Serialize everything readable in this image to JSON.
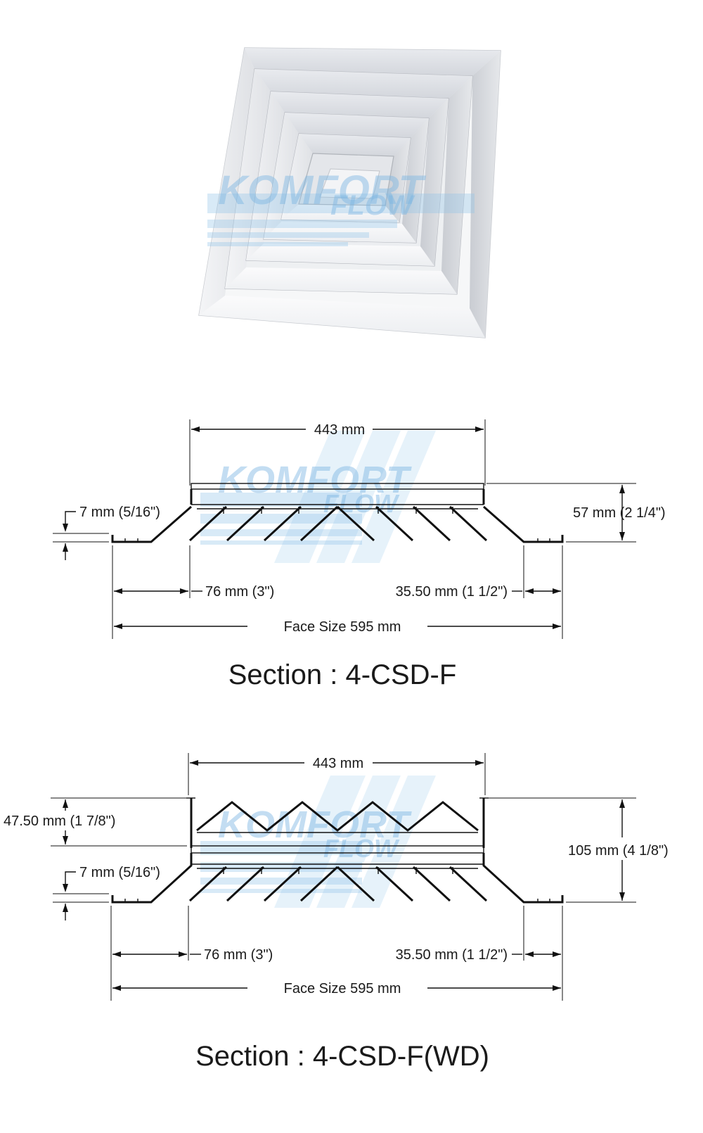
{
  "watermark": {
    "line1": "KOMFORT",
    "line2": "FLOW"
  },
  "section1": {
    "title": "Section : 4-CSD-F",
    "dims": {
      "top_width": "443 mm",
      "height": "57 mm (2 1/4\")",
      "flange": "7 mm (5/16\")",
      "left_offset": "76 mm (3\")",
      "right_offset": "35.50 mm (1 1/2\")",
      "face_size": "Face Size 595 mm"
    }
  },
  "section2": {
    "title": "Section : 4-CSD-F(WD)",
    "dims": {
      "top_width": "443 mm",
      "damper_height": "47.50 mm (1 7/8\")",
      "height": "105 mm (4 1/8\")",
      "flange": "7 mm (5/16\")",
      "left_offset": "76 mm (3\")",
      "right_offset": "35.50 mm (1 1/2\")",
      "face_size": "Face Size 595 mm"
    }
  },
  "colors": {
    "line": "#111111",
    "watermark": "#7bb6e3",
    "diffuser_face": "#f2f3f5",
    "diffuser_shadow": "#b9bcc2"
  }
}
